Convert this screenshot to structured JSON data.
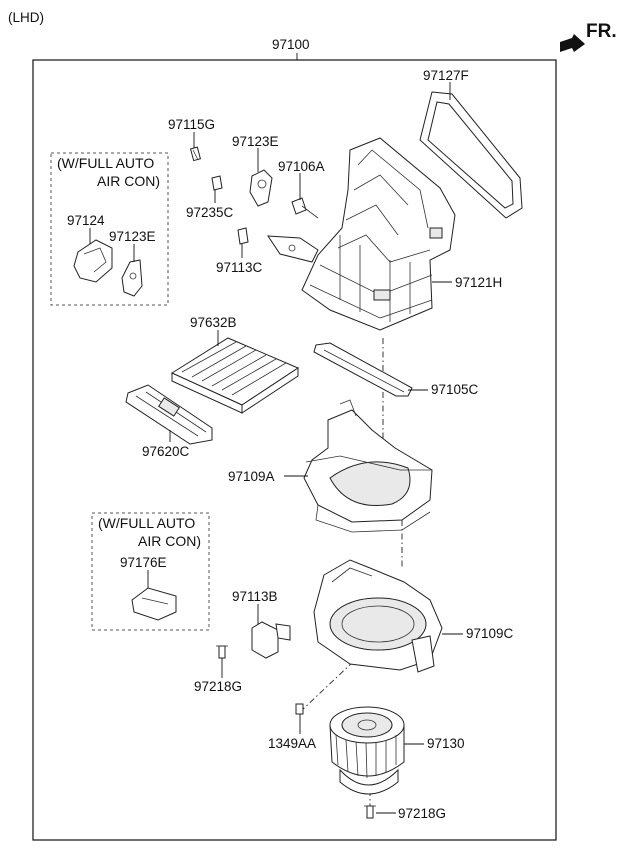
{
  "header": {
    "variant": "(LHD)",
    "direction": "FR.",
    "assembly_number": "97100"
  },
  "option_notes": [
    {
      "line1": "(W/FULL AUTO",
      "line2": "AIR CON)"
    },
    {
      "line1": "(W/FULL AUTO",
      "line2": "AIR CON)"
    }
  ],
  "parts": {
    "p97127F": "97127F",
    "p97115G": "97115G",
    "p97123E_a": "97123E",
    "p97106A": "97106A",
    "p97235C": "97235C",
    "p97124": "97124",
    "p97123E_b": "97123E",
    "p97113C": "97113C",
    "p97121H": "97121H",
    "p97632B": "97632B",
    "p97105C": "97105C",
    "p97620C": "97620C",
    "p97109A": "97109A",
    "p97176E": "97176E",
    "p97113B": "97113B",
    "p97109C": "97109C",
    "p97218G_a": "97218G",
    "p1349AA": "1349AA",
    "p97130": "97130",
    "p97218G_b": "97218G"
  }
}
